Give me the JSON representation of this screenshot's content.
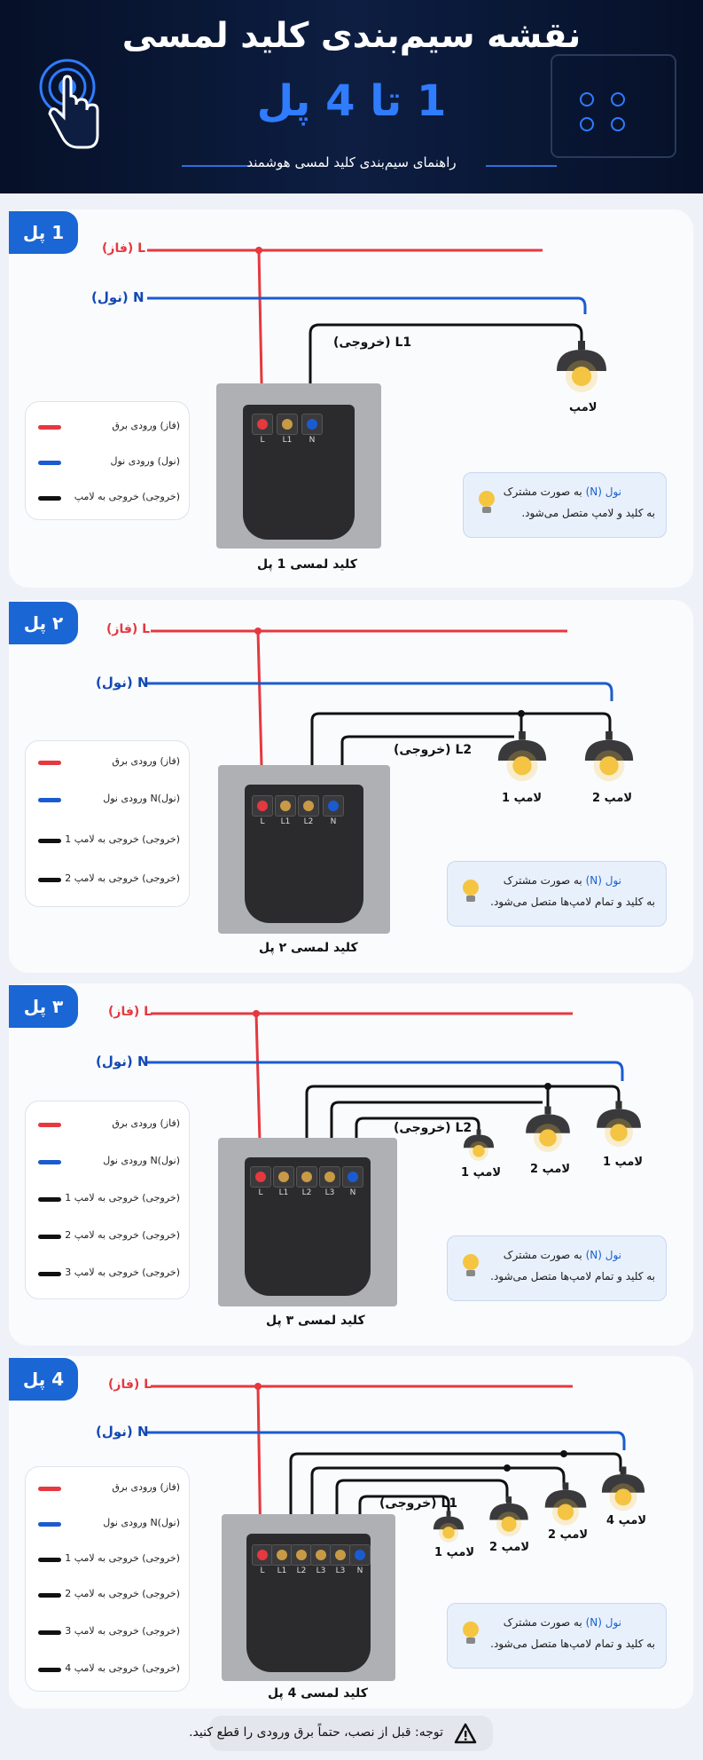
{
  "header": {
    "title": "نقشه سیم‌بندی کلید لمسی",
    "subtitle": "1 تا 4 پل",
    "description": "راهنمای سیم‌بندی کلید لمسی هوشمند"
  },
  "labels": {
    "phase": "L (فاز)",
    "neutral": "N (نول)"
  },
  "panels": [
    {
      "tag": "1 پل",
      "switch_label": "کلید لمسی 1 پل",
      "output_label": "L1 (خروجی)",
      "terminals": [
        "L",
        "L1",
        "N"
      ],
      "lamps": [
        "لامپ"
      ],
      "legend": [
        "(فاز) ورودی برق",
        "(نول) ورودی نول",
        "(خروجی) خروجی به لامپ"
      ],
      "note": {
        "highlight": "نول (N)",
        "line1": " به صورت مشترک",
        "line2": "به کلید و لامپ متصل می‌شود."
      }
    },
    {
      "tag": "۲ پل",
      "switch_label": "کلید لمسی ۲ پل",
      "output_label": "L2 (خروجی)",
      "terminals": [
        "L",
        "L1",
        "L2",
        "N"
      ],
      "lamps": [
        "لامپ 1",
        "لامپ 2"
      ],
      "legend": [
        "(فاز) ورودی برق",
        "(نول)N ورودی نول",
        "(خروجی) خروجی به لامپ 1",
        "(خروجی) خروجی به لامپ 2"
      ],
      "note": {
        "highlight": "نول (N)",
        "line1": " به صورت مشترک",
        "line2": "به کلید و تمام لامپ‌ها متصل می‌شود."
      }
    },
    {
      "tag": "۳ پل",
      "switch_label": "کلید لمسی ۳ پل",
      "output_label": "L2 (خروجی)",
      "terminals": [
        "L",
        "L1",
        "L2",
        "L3",
        "N"
      ],
      "lamps": [
        "لامپ 1",
        "لامپ 2",
        "لامپ 1"
      ],
      "legend": [
        "(فاز) ورودی برق",
        "(نول)N ورودی نول",
        "(خروجی) خروجی به لامپ 1",
        "(خروجی) خروجی به لامپ 2",
        "(خروجی) خروجی به لامپ 3"
      ],
      "note": {
        "highlight": "نول (N)",
        "line1": " به صورت مشترک",
        "line2": "به کلید و تمام لامپ‌ها متصل می‌شود."
      }
    },
    {
      "tag": "4 پل",
      "switch_label": "کلید لمسی 4 پل",
      "output_label": "L1 (خروجی)",
      "terminals": [
        "L",
        "L1",
        "L2",
        "L3",
        "L3",
        "N"
      ],
      "lamps": [
        "لامپ 1",
        "لامپ 2",
        "لامپ 2",
        "لامپ 4"
      ],
      "legend": [
        "(فاز) ورودی برق",
        "(نول)N ورودی نول",
        "(خروجی) خروجی به لامپ 1",
        "(خروجی) خروجی به لامپ 2",
        "(خروجی) خروجی به لامپ 3",
        "(خروجی) خروجی به لامپ 4"
      ],
      "note": {
        "highlight": "نول (N)",
        "line1": " به صورت مشترک",
        "line2": "به کلید و تمام لامپ‌ها متصل می‌شود."
      }
    }
  ],
  "footer": {
    "warning": "توجه: قبل از نصب، حتماً برق ورودی را قطع کنید."
  },
  "colors": {
    "phase": "#e5383f",
    "neutral": "#1a5bd0",
    "output": "#111111",
    "accent": "#1966d4",
    "header_bg": "#0a1736"
  },
  "icons": {
    "header": "hand-touch-icon",
    "note": "lightbulb-icon",
    "footer": "warning-icon"
  }
}
